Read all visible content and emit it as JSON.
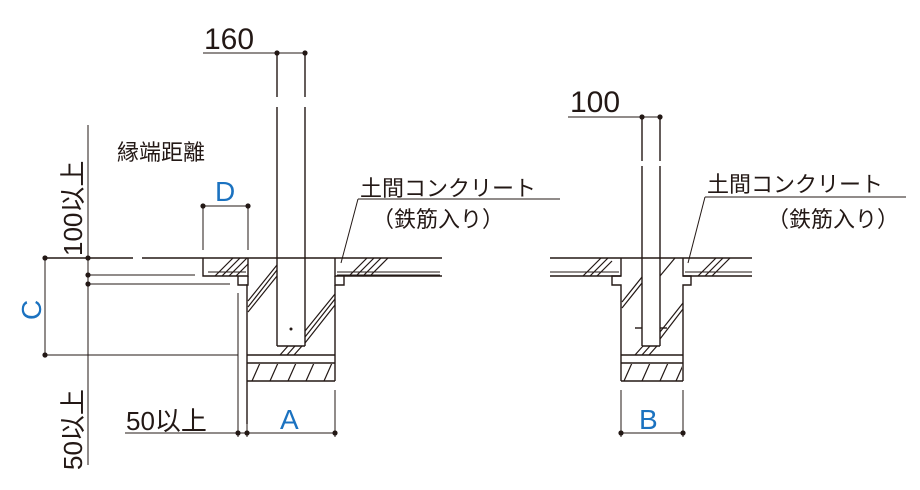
{
  "colors": {
    "line": "#231815",
    "accent_label": "#1b72c0",
    "background": "#ffffff"
  },
  "left_detail": {
    "post_width_label": "160",
    "edge_distance_label": "縁端距離",
    "dim_D": "D",
    "dim_C": "C",
    "dim_A": "A",
    "top_clearance_label": "100以上",
    "bottom_clearance_label": "50以上",
    "side_clearance_label": "50以上",
    "concrete_label_line1": "土間コンクリート",
    "concrete_label_line2": "（鉄筋入り）"
  },
  "right_detail": {
    "post_width_label": "100",
    "dim_B": "B",
    "concrete_label_line1": "土間コンクリート",
    "concrete_label_line2": "（鉄筋入り）"
  }
}
